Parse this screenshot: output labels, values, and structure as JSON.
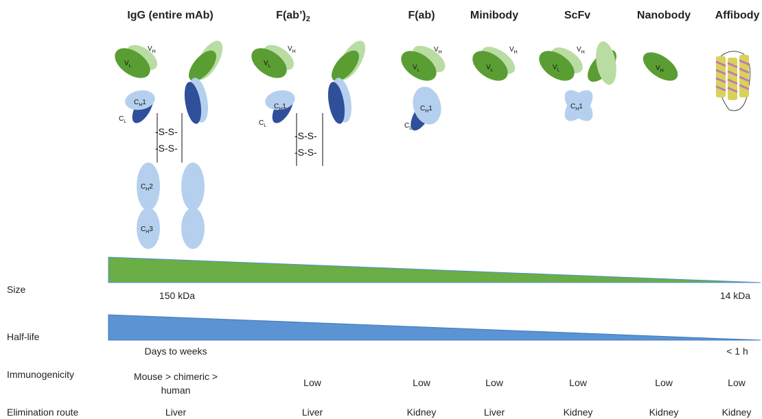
{
  "headers": {
    "igg": "IgG (entire mAb)",
    "fab2": "F(ab’)",
    "fab2_sub": "2",
    "fab": "F(ab)",
    "minibody": "Minibody",
    "scfv": "ScFv",
    "nanobody": "Nanobody",
    "affibody": "Affibody"
  },
  "domain_labels": {
    "vh": "V",
    "vh_sub": "H",
    "vl": "V",
    "vl_sub": "L",
    "ch1": "C",
    "ch1_sub": "H",
    "ch1_suffix": "1",
    "ch2": "C",
    "ch2_sub": "H",
    "ch2_suffix": "2",
    "ch3": "C",
    "ch3_sub": "H",
    "ch3_suffix": "3",
    "cl": "C",
    "cl_sub": "L",
    "ss": "-S-S-"
  },
  "colors": {
    "dark_green": "#5a9e33",
    "light_green": "#b9dca3",
    "dark_blue": "#2f4f9a",
    "light_blue": "#b5d0ee",
    "size_bar": "#6aae45",
    "halflife_bar": "#5b93d3",
    "helix_yellow": "#d8d25a",
    "helix_pink": "#c47ab2"
  },
  "rows": {
    "size": {
      "label": "Size",
      "start": "150 kDa",
      "end": "14 kDa"
    },
    "halflife": {
      "label": "Half-life",
      "start": "Days to weeks",
      "end": "< 1 h"
    },
    "immunogenicity": {
      "label": "Immunogenicity",
      "values": [
        "Mouse > chimeric > human",
        "Low",
        "Low",
        "Low",
        "Low",
        "Low",
        "Low"
      ]
    },
    "elimination": {
      "label": "Elimination route",
      "values": [
        "Liver",
        "Liver",
        "Kidney",
        "Liver",
        "Kidney",
        "Kidney",
        "Kidney"
      ]
    }
  }
}
